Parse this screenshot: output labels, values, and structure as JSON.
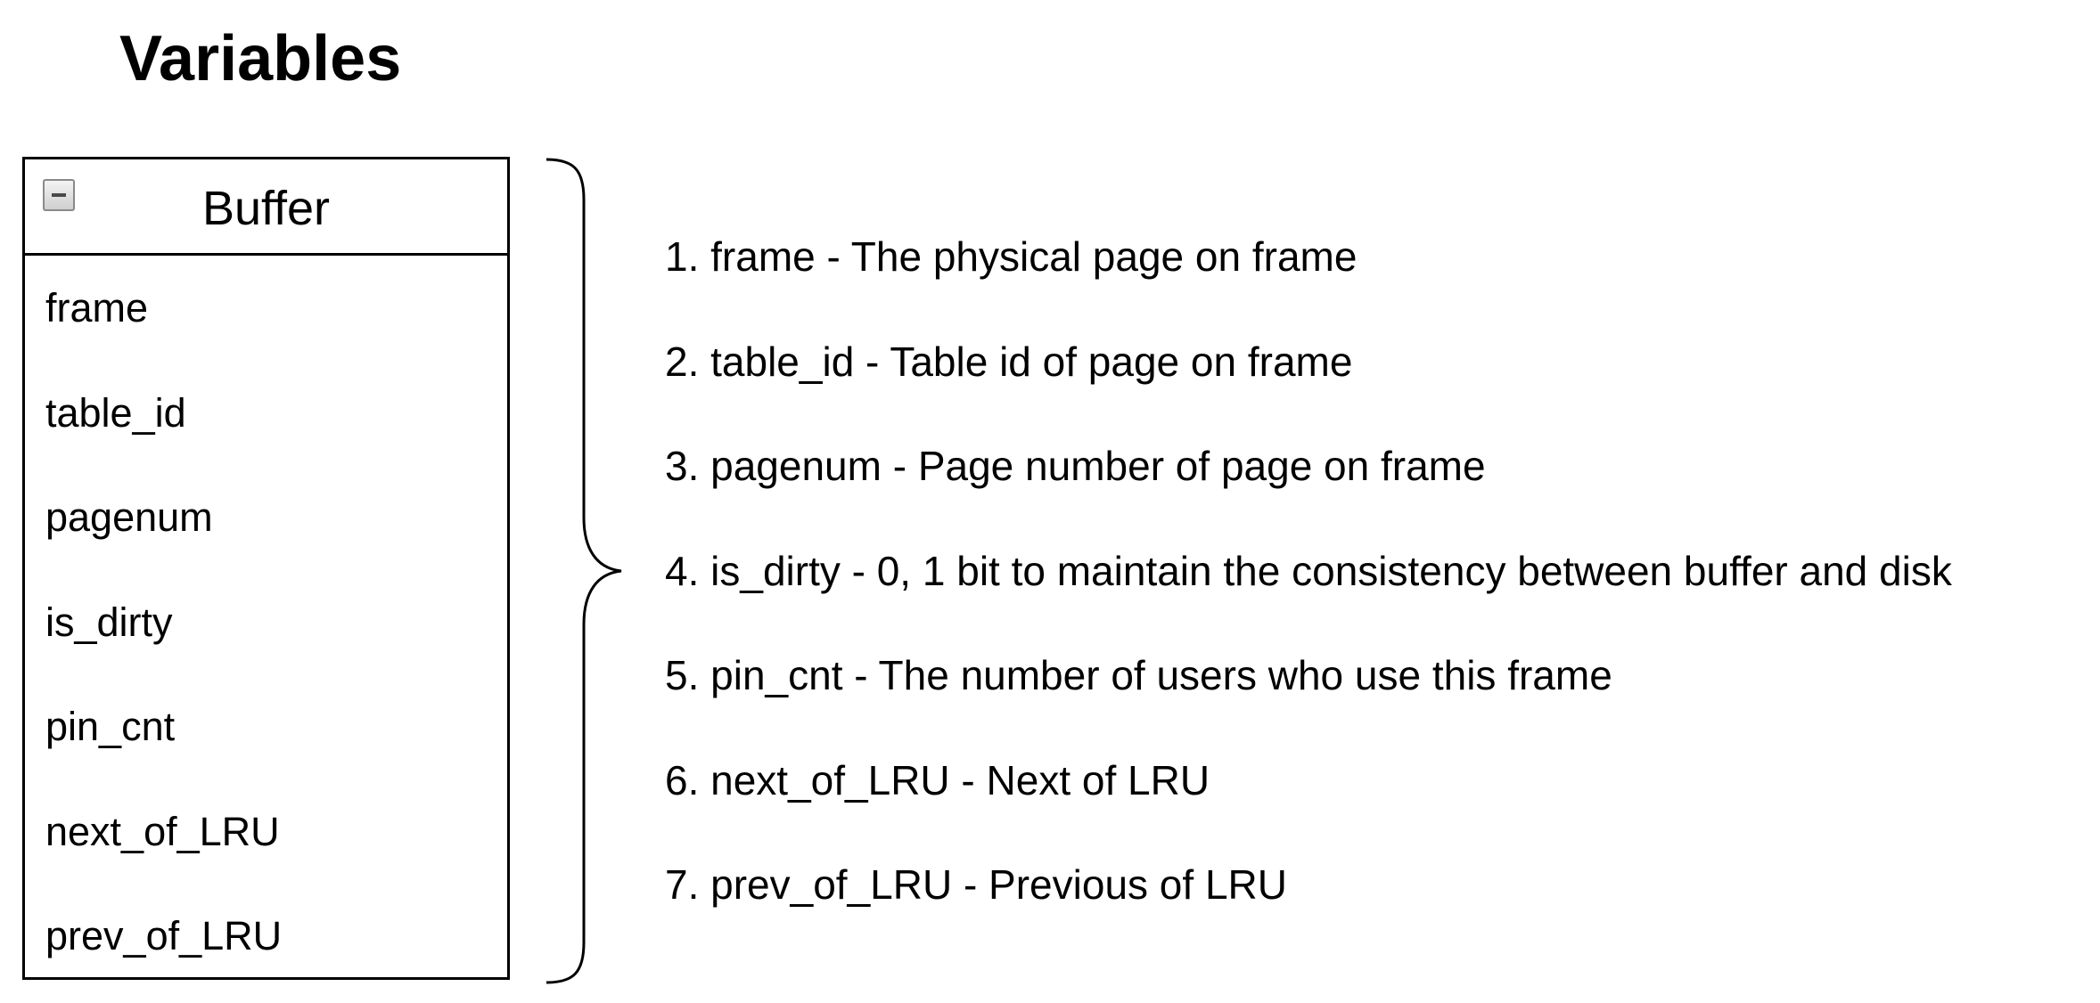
{
  "title": "Variables",
  "class_box": {
    "name": "Buffer",
    "fields": [
      "frame",
      "table_id",
      "pagenum",
      "is_dirty",
      "pin_cnt",
      "next_of_LRU",
      "prev_of_LRU"
    ]
  },
  "descriptions": [
    "1. frame - The physical page on frame",
    "2. table_id - Table id of page on frame",
    "3. pagenum - Page number of page on frame",
    "4. is_dirty - 0, 1 bit to maintain the consistency between buffer and disk",
    "5. pin_cnt - The number of users who use this frame",
    "6. next_of_LRU - Next of LRU",
    "7. prev_of_LRU - Previous of LRU"
  ],
  "icons": {
    "collapse": "minus-square-icon",
    "grouping": "curly-brace-icon"
  },
  "colors": {
    "stroke": "#000000",
    "background": "#ffffff",
    "icon_border": "#8a8a8a"
  }
}
